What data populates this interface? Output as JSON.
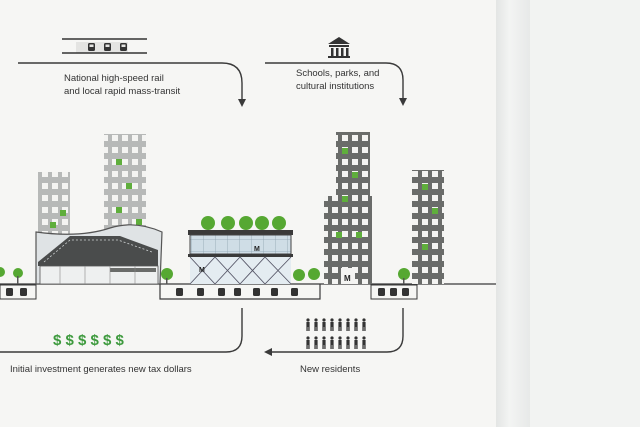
{
  "labels": {
    "rail": "National high-speed rail\nand local rapid mass-transit",
    "schools": "Schools, parks, and\ncultural institutions",
    "tax": "Initial investment generates new tax dollars",
    "residents": "New residents",
    "dollars": "$ $ $ $ $ $",
    "metro_left": "M",
    "metro_center": "M",
    "metro_right": "M"
  },
  "colors": {
    "page": "#f6f6f4",
    "text": "#333333",
    "arrow": "#3a3a3a",
    "building_dark": "#6a6c6a",
    "building_light": "#b7b9b8",
    "glass": "#c9d8e2",
    "green_window": "#5fae3c",
    "tree": "#56a832",
    "dollar": "#3d9a3d"
  },
  "icons": [
    "train-icon",
    "museum-icon",
    "dollar-icon",
    "people-icon",
    "tree-icon"
  ]
}
